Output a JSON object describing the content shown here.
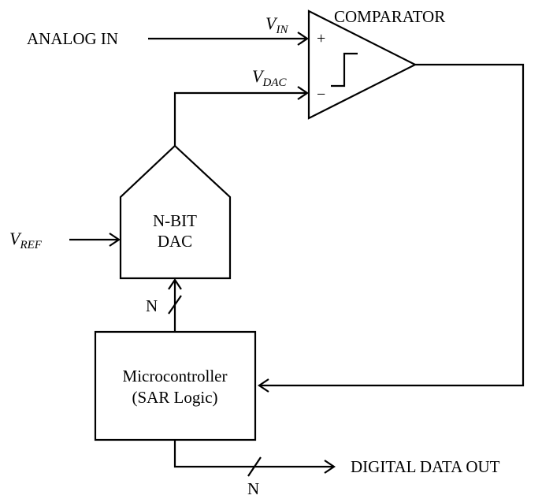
{
  "labels": {
    "analog_in": "ANALOG IN",
    "comparator": "COMPARATOR",
    "v_in_main": "V",
    "v_in_sub": "IN",
    "v_dac_main": "V",
    "v_dac_sub": "DAC",
    "v_ref_main": "V",
    "v_ref_sub": "REF",
    "plus": "+",
    "minus": "−",
    "dac_line1": "N-BIT",
    "dac_line2": "DAC",
    "bus_width_dac": "N",
    "mcu_line1": "Microcontroller",
    "mcu_line2": "(SAR Logic)",
    "digital_out": "DIGITAL DATA OUT",
    "bus_width_out": "N"
  }
}
